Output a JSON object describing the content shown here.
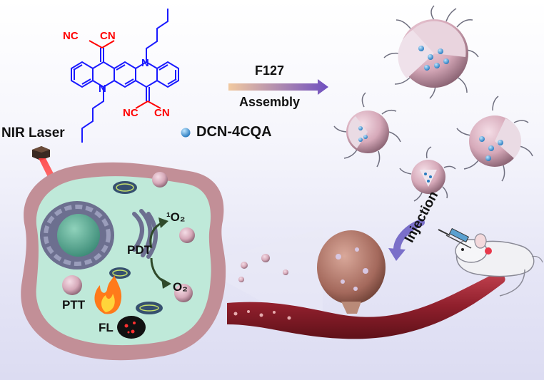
{
  "molecule": {
    "nc_tl": "NC",
    "cn_tr": "CN",
    "n_top": "N",
    "n_bottom": "N",
    "nc_bl": "NC",
    "cn_br": "CN"
  },
  "arrow": {
    "top": "F127",
    "bottom": "Assembly"
  },
  "legend": {
    "label": "DCN-4CQA"
  },
  "laser": {
    "label": "NIR Laser"
  },
  "cell": {
    "pdt": "PDT",
    "singlet_oxygen": "¹O₂",
    "oxygen": "O₂",
    "ptt": "PTT",
    "fl": "FL"
  },
  "injection": {
    "label": "Injection"
  },
  "colors": {
    "bond": "#1a1aff",
    "cyano": "#ff0000",
    "cytoplasm": "#bfe9d9",
    "membrane": "#c79aa0",
    "arrow": "#7a6fc9"
  }
}
